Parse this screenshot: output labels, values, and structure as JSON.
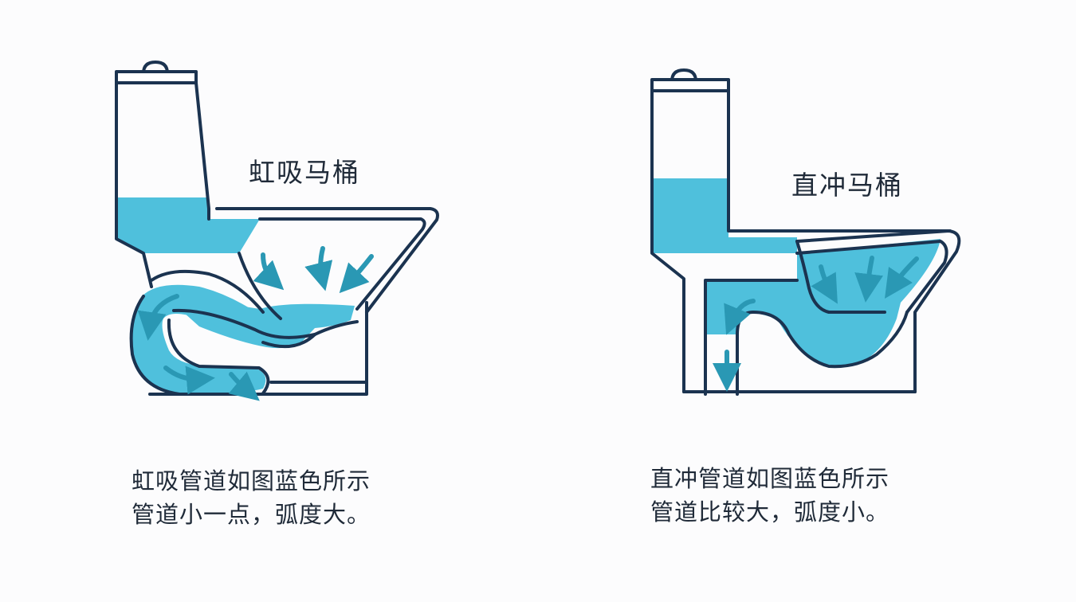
{
  "left": {
    "title": "虹吸马桶",
    "caption_line1": "虹吸管道如图蓝色所示",
    "caption_line2": "管道小一点，弧度大。"
  },
  "right": {
    "title": "直冲马桶",
    "caption_line1": "直冲管道如图蓝色所示",
    "caption_line2": "管道比较大，弧度小。"
  },
  "colors": {
    "outline": "#1b3350",
    "water": "#4fc0dc",
    "arrow": "#2a98b4",
    "text": "#1f2a38",
    "background": "#fcfcfd"
  }
}
